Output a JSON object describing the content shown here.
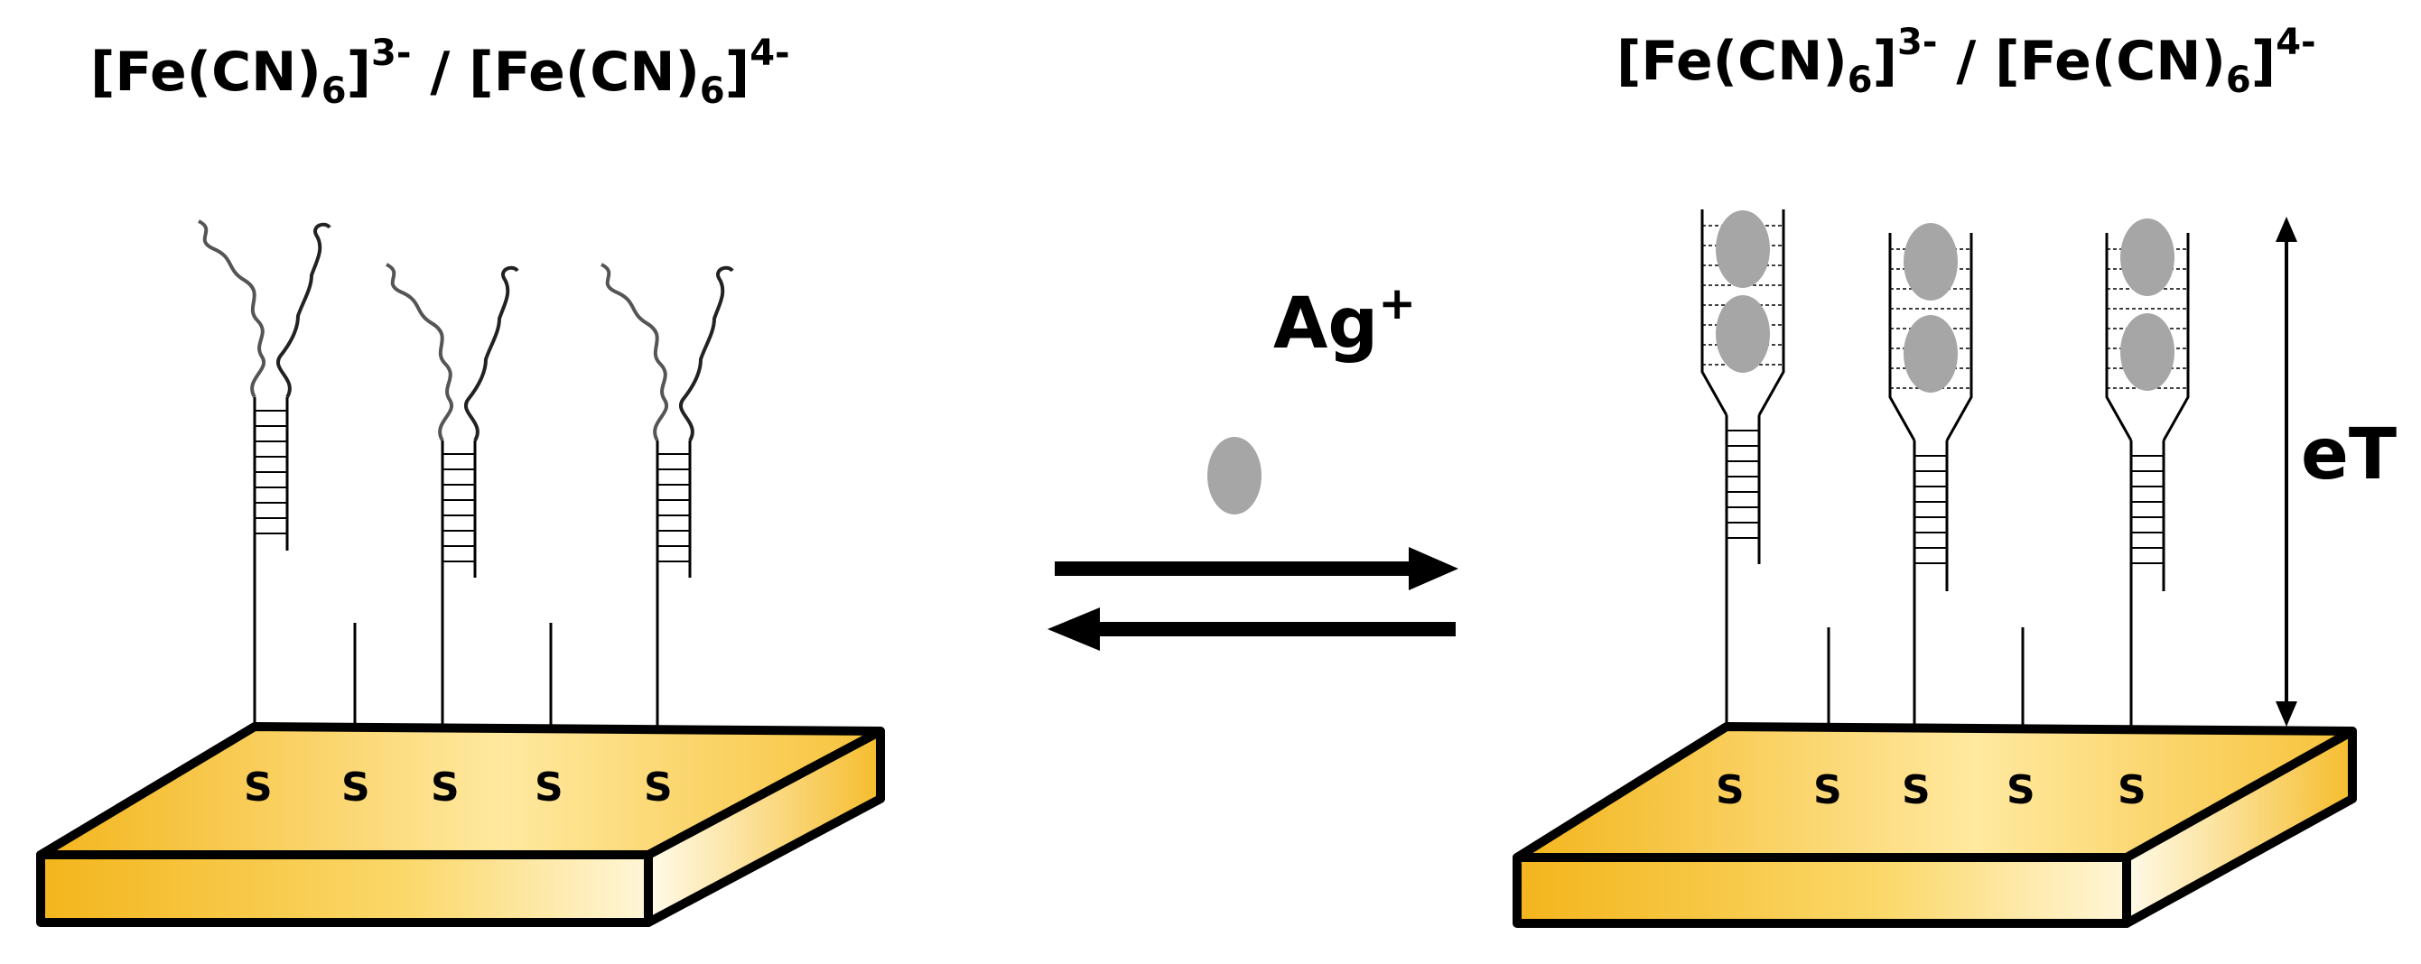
{
  "left_panel": {
    "label": {
      "ox": "[Fe(CN)",
      "ox_sub": "6",
      "ox_sup": "3-",
      "sep": " / [Fe(CN)",
      "red_sub": "6",
      "red_sup": "4-"
    },
    "surface_atoms": [
      "S",
      "S",
      "S",
      "S",
      "S"
    ]
  },
  "right_panel": {
    "label": {
      "ox": "[Fe(CN)",
      "ox_sub": "6",
      "ox_sup": "3-",
      "sep": " / [Fe(CN)",
      "red_sub": "6",
      "red_sup": "4-"
    },
    "surface_atoms": [
      "S",
      "S",
      "S",
      "S",
      "S"
    ],
    "electron_transfer": "eT"
  },
  "reaction": {
    "ion": "Ag",
    "ion_charge": "+"
  },
  "colors": {
    "gold_dark": "#f3b51c",
    "gold_light": "#fff3c8",
    "ion_fill": "#a6a6a6"
  }
}
